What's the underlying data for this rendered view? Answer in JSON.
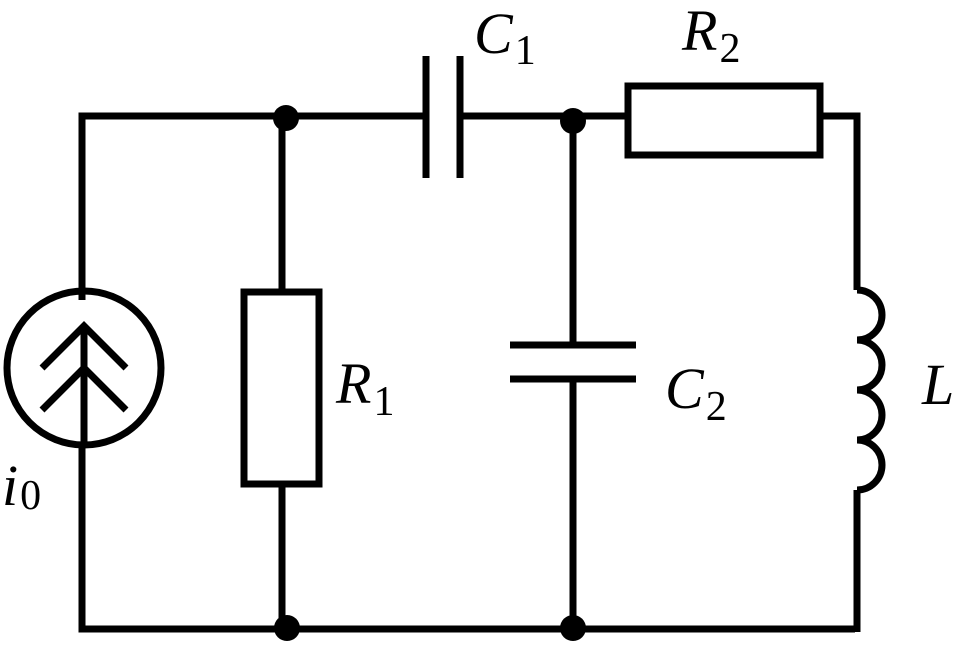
{
  "labels": {
    "source": {
      "symbol": "i",
      "subscript": "0"
    },
    "r1": {
      "symbol": "R",
      "subscript": "1"
    },
    "c1": {
      "symbol": "C",
      "subscript": "1"
    },
    "r2": {
      "symbol": "R",
      "subscript": "2"
    },
    "c2": {
      "symbol": "C",
      "subscript": "2"
    },
    "l": {
      "symbol": "L",
      "subscript": ""
    }
  },
  "colors": {
    "ink": "#000000",
    "background": "#ffffff"
  }
}
